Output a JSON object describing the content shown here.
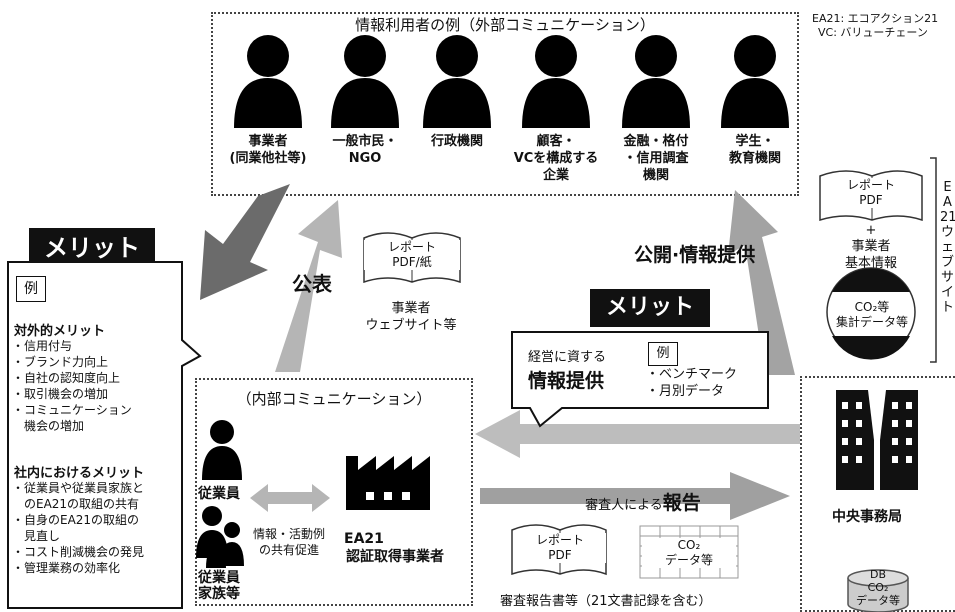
{
  "legend": {
    "line1": "EA21: エコアクション21",
    "line2": "VC: バリューチェーン"
  },
  "external": {
    "title": "情報利用者の例（外部コミュニケーション）",
    "users": [
      {
        "line1": "事業者",
        "line2": "(同業他社等)",
        "line3": ""
      },
      {
        "line1": "一般市民・",
        "line2": "NGO",
        "line3": ""
      },
      {
        "line1": "行政機関",
        "line2": "",
        "line3": ""
      },
      {
        "line1": "顧客・",
        "line2": "VCを構成する",
        "line3": "企業"
      },
      {
        "line1": "金融・格付",
        "line2": "・信用調査",
        "line3": "機関"
      },
      {
        "line1": "学生・",
        "line2": "教育機関",
        "line3": ""
      }
    ]
  },
  "merit_left": {
    "tag": "メリット",
    "example": "例",
    "external_heading": "対外的メリット",
    "external_items": [
      "・信用付与",
      "・ブランド力向上",
      "・自社の認知度向上",
      "・取引機会の増加",
      "・コミュニケーション",
      "　機会の増加"
    ],
    "internal_heading": "社内におけるメリット",
    "internal_items": [
      "・従業員や従業員家族と",
      "　のEA21の取組の共有",
      "・自身のEA21の取組の",
      "　見直し",
      "・コスト削減機会の発見",
      "・管理業務の効率化"
    ]
  },
  "publish": {
    "label": "公表",
    "doc_line1": "レポート",
    "doc_line2": "PDF/紙",
    "site_line1": "事業者",
    "site_line2": "ウェブサイト等"
  },
  "public_info": {
    "label": "公開·情報提供",
    "doc_line1": "レポート",
    "doc_line2": "PDF",
    "plus": "+",
    "info_line1": "事業者",
    "info_line2": "基本情報",
    "co2_line1": "CO₂等",
    "co2_line2": "集計データ等"
  },
  "website_bracket": {
    "lines": [
      "E",
      "A",
      "21",
      "ウ",
      "ェ",
      "ブ",
      "サ",
      "イ",
      "ト"
    ]
  },
  "merit_right": {
    "tag": "メリット",
    "sub": "経営に資する",
    "main": "情報提供",
    "example": "例",
    "item1": "・ベンチマーク",
    "item2": "・月別データ"
  },
  "internal": {
    "title": "（内部コミュニケーション）",
    "employee": "従業員",
    "family_line1": "従業員",
    "family_line2": "家族等",
    "share_line1": "情報・活動例",
    "share_line2": "の共有促進",
    "company_line1": "EA21",
    "company_line2": "認証取得事業者"
  },
  "report": {
    "label_prefix": "審査人による",
    "label_main": "報告",
    "doc_line1": "レポート",
    "doc_line2": "PDF",
    "co2_line1": "CO₂",
    "co2_line2": "データ等",
    "caption": "審査報告書等（21文書記録を含む）"
  },
  "central": {
    "label": "中央事務局",
    "db_line1": "DB",
    "db_line2": "CO₂",
    "db_line3": "データ等"
  }
}
